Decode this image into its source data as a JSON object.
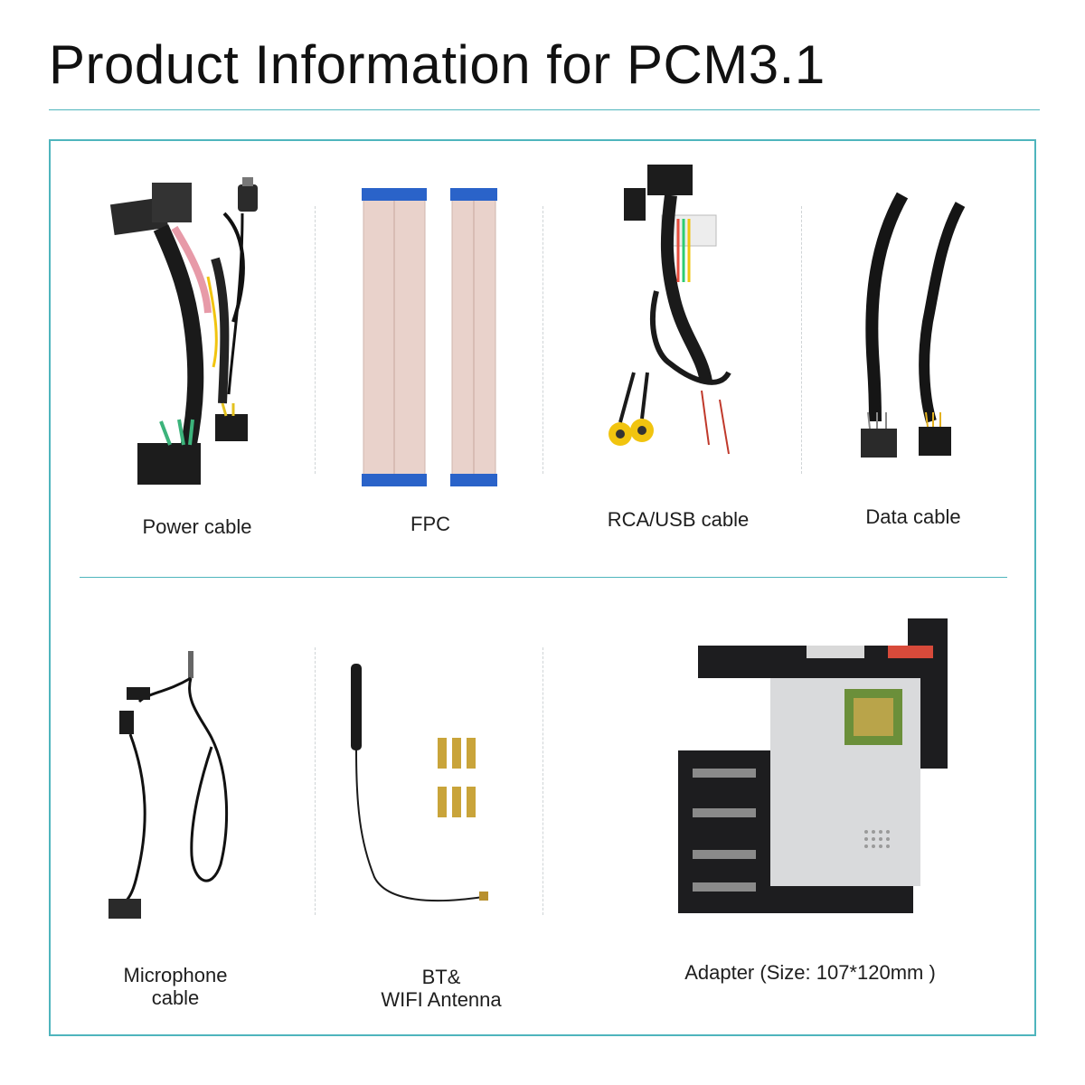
{
  "header": {
    "title": "Product Information for PCM3.1"
  },
  "items": [
    {
      "label": "Power cable",
      "icon": "power-cable-icon"
    },
    {
      "label": "FPC",
      "icon": "fpc-ribbon-icon"
    },
    {
      "label": "RCA/USB cable",
      "icon": "rca-usb-cable-icon"
    },
    {
      "label": "Data cable",
      "icon": "data-cable-icon"
    },
    {
      "label_line1": "Microphone",
      "label_line2": "cable",
      "icon": "microphone-cable-icon"
    },
    {
      "label_line1": "BT&",
      "label_line2": "WIFI Antenna",
      "icon": "antenna-icon"
    },
    {
      "label": "Adapter (Size: 107*120mm )",
      "icon": "adapter-board-icon"
    }
  ],
  "colors": {
    "accent": "#4fb5bd",
    "ribbon": "#e8cfc8",
    "ribbon_tab": "#2a63c9",
    "board": "#1d1d1f",
    "shield": "#d9dadc"
  }
}
